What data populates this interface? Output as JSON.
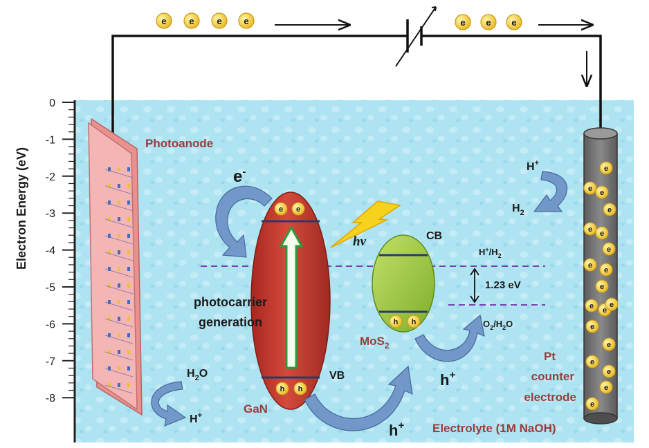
{
  "axis": {
    "label": "Electron Energy (eV)",
    "ticks": [
      "0",
      "-1",
      "-2",
      "-3",
      "-4",
      "-5",
      "-6",
      "-7",
      "-8"
    ]
  },
  "labels": {
    "photoanode": "Photoanode",
    "electron_charge": "e",
    "electron_minus": "-",
    "hv": "hν",
    "cb": "CB",
    "vb": "VB",
    "photocarrier_line1": "photocarrier",
    "photocarrier_line2": "generation",
    "h2_plus": "H",
    "h2_plus_sup": "+",
    "h2_h2": "H",
    "h2_h2_sub": "2",
    "h_h2_level": "H+/H2",
    "level_gap": "1.23 eV",
    "o2_h2o": "O2/H2O",
    "mos2": "MoS",
    "mos2_sub": "2",
    "gan": "GaN",
    "h2o": "H",
    "h2o_sub": "2",
    "h2o_o": "O",
    "h_plus_left": "H",
    "h_plus_left_sup": "+",
    "hole_plus": "h",
    "hole_plus_sup": "+",
    "hole_plus2": "h",
    "hole_plus2_sup": "+",
    "pt_line1": "Pt",
    "pt_line2": "counter",
    "pt_line3": "electrode",
    "electrolyte": "Electrolyte (1M NaOH)",
    "electron_symbol": "e",
    "hole_symbol": "h"
  },
  "colors": {
    "electrolyte": "#aee3f2",
    "photoanode": "#f2a9a9",
    "gan": "#c0332b",
    "mos2": "#9fc93a",
    "band_line": "#2b3a67",
    "electron_fill": "#f2d43b",
    "level_dash": "#7a3fb0",
    "text_maroon": "#9b3b3b",
    "arrow_blue": "#6d91c6"
  }
}
